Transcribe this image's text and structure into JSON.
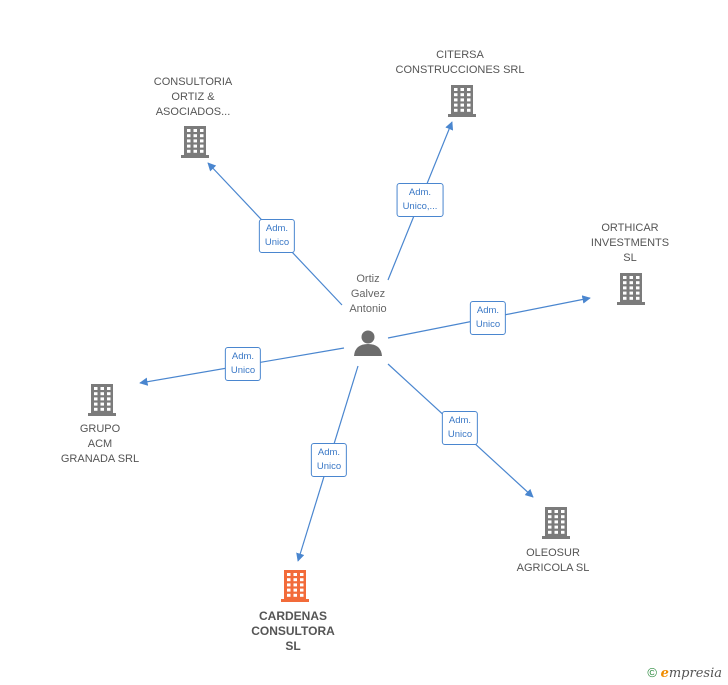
{
  "center": {
    "label": "Ortiz\nGalvez\nAntonio",
    "icon": "person-icon"
  },
  "companies": [
    {
      "id": "consultoria",
      "label": "CONSULTORIA\nORTIZ &\nASOCIADOS...",
      "icon": "building-icon",
      "highlight": false
    },
    {
      "id": "citersa",
      "label": "CITERSA\nCONSTRUCCIONES SRL",
      "icon": "building-icon",
      "highlight": false
    },
    {
      "id": "orthicar",
      "label": "ORTHICAR\nINVESTMENTS\nSL",
      "icon": "building-icon",
      "highlight": false
    },
    {
      "id": "grupo",
      "label": "GRUPO\nACM\nGRANADA SRL",
      "icon": "building-icon",
      "highlight": false
    },
    {
      "id": "cardenas",
      "label": "CARDENAS\nCONSULTORA\nSL",
      "icon": "building-icon",
      "highlight": true
    },
    {
      "id": "oleosur",
      "label": "OLEOSUR\nAGRICOLA  SL",
      "icon": "building-icon",
      "highlight": false
    }
  ],
  "edges": [
    {
      "to": "consultoria",
      "label": "Adm.\nUnico"
    },
    {
      "to": "citersa",
      "label": "Adm.\nUnico,..."
    },
    {
      "to": "orthicar",
      "label": "Adm.\nUnico"
    },
    {
      "to": "grupo",
      "label": "Adm.\nUnico"
    },
    {
      "to": "cardenas",
      "label": "Adm.\nUnico"
    },
    {
      "to": "oleosur",
      "label": "Adm.\nUnico"
    }
  ],
  "colors": {
    "edge": "#4a86cf",
    "building": "#7b7b7b",
    "building_highlight": "#f26b3a",
    "person": "#6d6d6d"
  },
  "footer": {
    "copyright": "©",
    "brand_initial": "e",
    "brand_rest": "mpresia"
  }
}
